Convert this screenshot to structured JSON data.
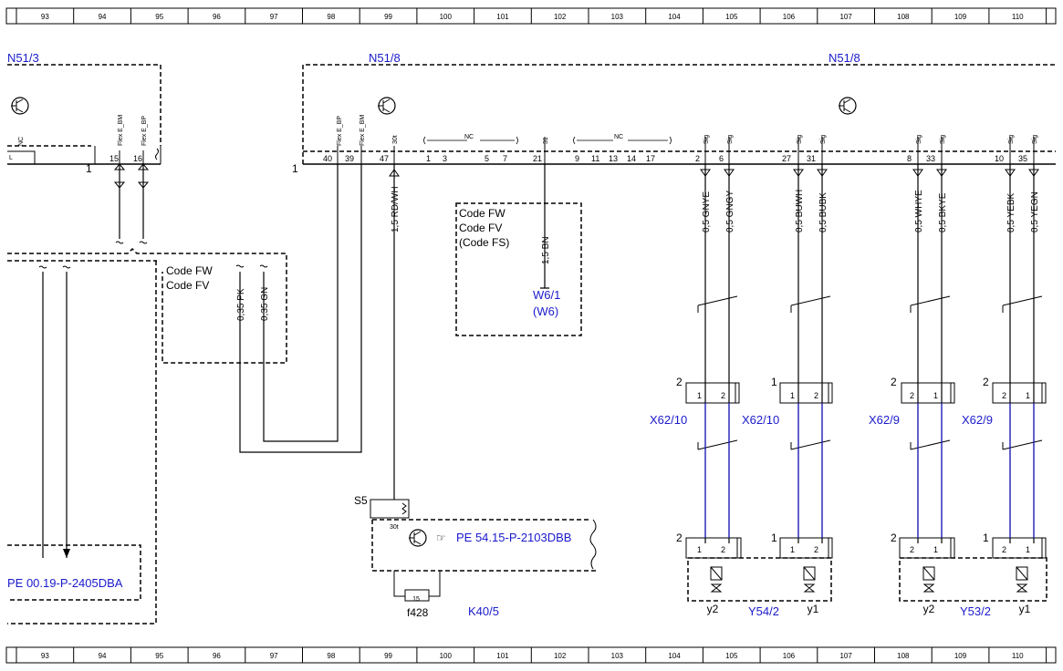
{
  "ruler": {
    "numbers": [
      "93",
      "94",
      "95",
      "96",
      "97",
      "98",
      "99",
      "100",
      "101",
      "102",
      "103",
      "104",
      "105",
      "106",
      "107",
      "108",
      "109",
      "110"
    ]
  },
  "components": {
    "n51_3": "N51/3",
    "n51_8_left": "N51/8",
    "n51_8_right": "N51/8",
    "w6_1": "W6/1",
    "w6_paren": "(W6)",
    "x62_10_a": "X62/10",
    "x62_10_b": "X62/10",
    "x62_9_a": "X62/9",
    "x62_9_b": "X62/9",
    "y54_2": "Y54/2",
    "y53_2": "Y53/2",
    "k40_5": "K40/5",
    "f428": "f428",
    "s5": "S5",
    "fuse_value": "15",
    "pin_30t": "30t"
  },
  "references": {
    "pe_left": "PE 00.19-P-2405DBA",
    "pe_right": "PE 54.15-P-2103DBB"
  },
  "codes": {
    "box1": [
      "Code FW",
      "Code FV"
    ],
    "box2": [
      "Code FW",
      "Code FV",
      "(Code FS)"
    ]
  },
  "connector_labels": {
    "nc": "NC",
    "l": "L",
    "flex_e_bm": "Flex E_BM",
    "flex_e_bp": "Flex E_BP",
    "pin_30t": "30t",
    "pin_31": "31",
    "sig": "Sig",
    "one": "1"
  },
  "pins": {
    "n51_3": [
      "15",
      "16"
    ],
    "n51_8": [
      "40",
      "39",
      "47",
      "1",
      "3",
      "5",
      "7",
      "21",
      "9",
      "11",
      "13",
      "14",
      "17",
      "2",
      "6",
      "27",
      "31",
      "8",
      "33",
      "10",
      "35"
    ]
  },
  "wires": {
    "rdwh": "1,5 RD/WH",
    "bn": "1,5 BN",
    "pk": "0,35 PK",
    "gn": "0,35 GN",
    "gnye": "0,5 GNYE",
    "gngy": "0,5 GNGY",
    "buwh": "0,5 BUWH",
    "bubk": "0,5 BUBK",
    "whye": "0,5 WHYE",
    "bkye": "0,5 BKYE",
    "yebk": "0,5 YEBK",
    "yegn": "0,5 YEGN"
  },
  "plug_numbers": {
    "x62_10": "2",
    "x62_10b": "1",
    "x62_9": "2",
    "x62_9b": "2",
    "y54_left": "2",
    "y54_right": "1",
    "y53_left": "2",
    "y53_right": "1"
  },
  "plug_pins": {
    "a": [
      "1",
      "2"
    ],
    "b": [
      "1",
      "2"
    ],
    "c": [
      "2",
      "1"
    ],
    "d": [
      "2",
      "1"
    ]
  },
  "valves": {
    "y54_a": "y2",
    "y54_b": "y1",
    "y53_a": "y2",
    "y53_b": "y1"
  }
}
